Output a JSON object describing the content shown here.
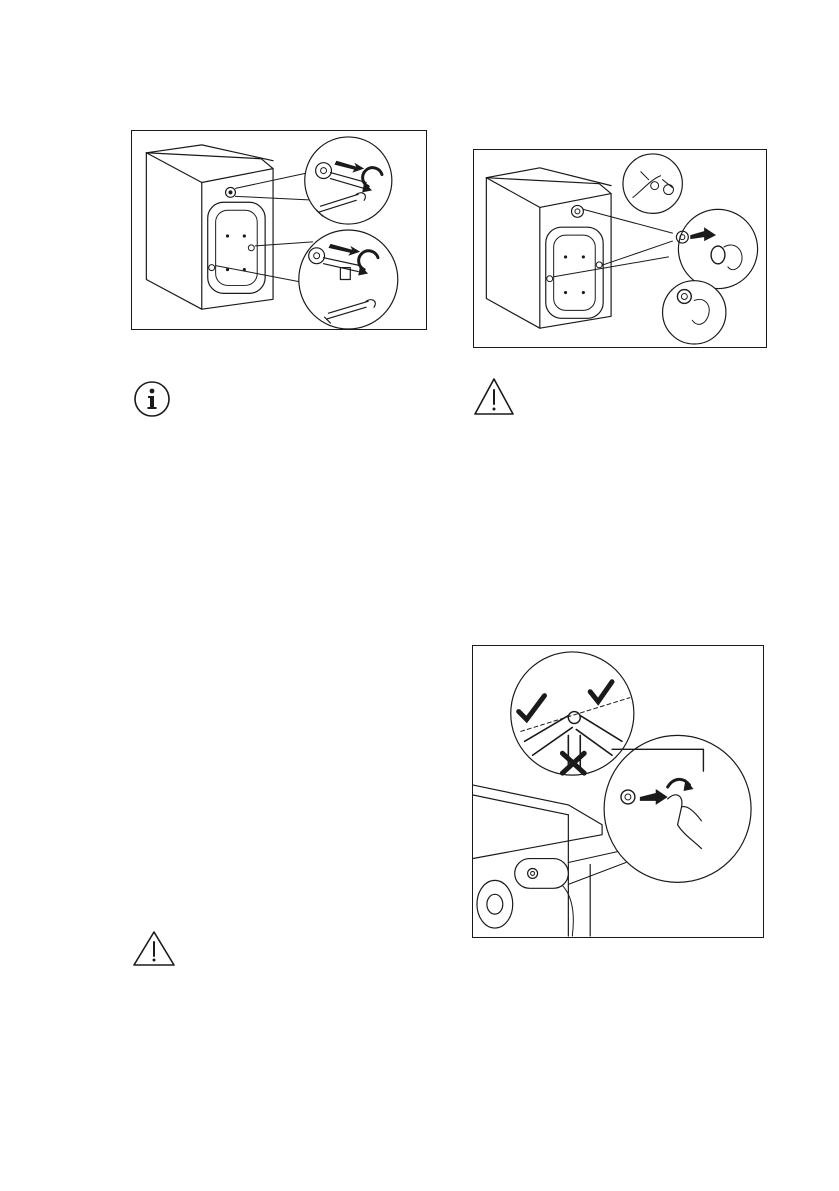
{
  "page": {
    "illustrations": [
      {
        "id": "transit-bolts",
        "icon": "transit-bolt-removal-illustration"
      },
      {
        "id": "plastic-caps",
        "icon": "plastic-cap-insertion-illustration"
      },
      {
        "id": "inlet-hose",
        "icon": "inlet-hose-connection-illustration"
      }
    ],
    "symbols": [
      {
        "id": "info",
        "icon": "info-icon"
      },
      {
        "id": "warning-1",
        "icon": "warning-triangle-icon"
      },
      {
        "id": "warning-2",
        "icon": "warning-triangle-icon"
      }
    ]
  },
  "colors": {
    "ink": "#1a1a1a",
    "paper": "#ffffff",
    "panel": "#f3f3f3"
  }
}
